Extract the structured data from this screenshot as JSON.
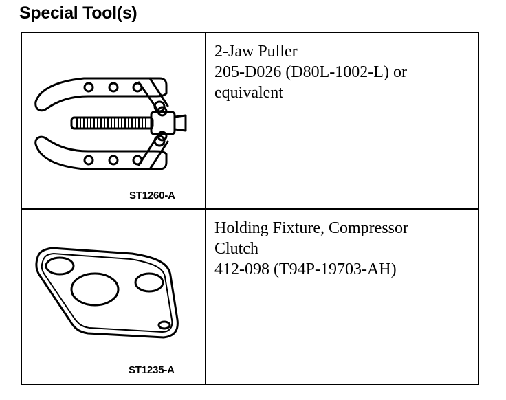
{
  "heading": "Special Tool(s)",
  "tools": [
    {
      "illustration_icon": "two-jaw-puller-icon",
      "code": "ST1260-A",
      "description_lines": [
        "2-Jaw Puller",
        "205-D026 (D80L-1002-L) or",
        "equivalent"
      ]
    },
    {
      "illustration_icon": "holding-fixture-plate-icon",
      "code": "ST1235-A",
      "description_lines": [
        "Holding Fixture, Compressor",
        "Clutch",
        "412-098 (T94P-19703-AH)"
      ]
    }
  ]
}
